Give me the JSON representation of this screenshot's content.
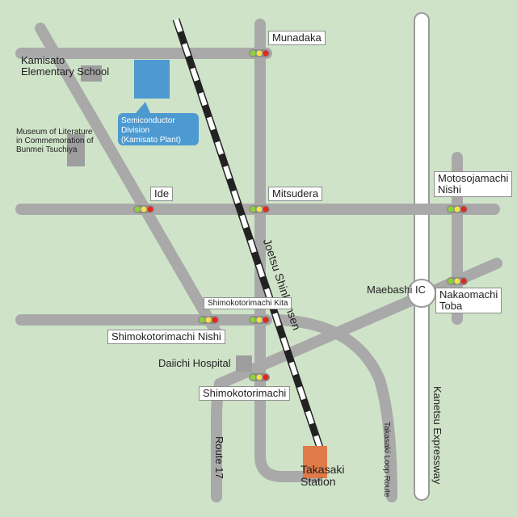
{
  "map": {
    "title": "",
    "colors": {
      "background": "#cfe3c9",
      "road": "#a9a9a9",
      "expressway": "#ffffff",
      "building": "#4d9ad0",
      "station": "#e07a48",
      "rail_dark": "#000000",
      "rail_light": "#ffffff",
      "signal_green": "#8fcf3a",
      "signal_yellow": "#f2e24a",
      "signal_red": "#e3261e"
    },
    "labels": {
      "munadaka": "Munadaka",
      "kamisato_line1": "Kamisato",
      "kamisato_line2": "Elementary School",
      "museum_line1": "Museum of Literature",
      "museum_line2": "in Commemoration of",
      "museum_line3": "Bunmei Tsuchiya",
      "semiconductor_line1": "Semiconductor Division",
      "semiconductor_line2": "(Kamisato Plant)",
      "ide": "Ide",
      "mitsudera": "Mitsudera",
      "motosojamachi_line1": "Motosojamachi",
      "motosojamachi_line2": "Nishi",
      "joetsu": "Joetsu Shinkansen",
      "maebashi_ic": "Maebashi IC",
      "nakaomachi_line1": "Nakaomachi",
      "nakaomachi_line2": "Toba",
      "shimokotorimachi_kita": "Shimokotorimachi Kita",
      "shimokotorimachi_nishi": "Shimokotorimachi Nishi",
      "daiichi_hospital": "Daiichi Hospital",
      "shimokotorimachi": "Shimokotorimachi",
      "route17": "Route 17",
      "takasaki_loop": "Takasaki Loop Route",
      "kanetsu": "Kanetsu Expressway",
      "takasaki_station_line1": "Takasaki",
      "takasaki_station_line2": "Station"
    },
    "icons": {
      "traffic_signal": "traffic-signal-icon",
      "interchange": "interchange-icon"
    }
  }
}
